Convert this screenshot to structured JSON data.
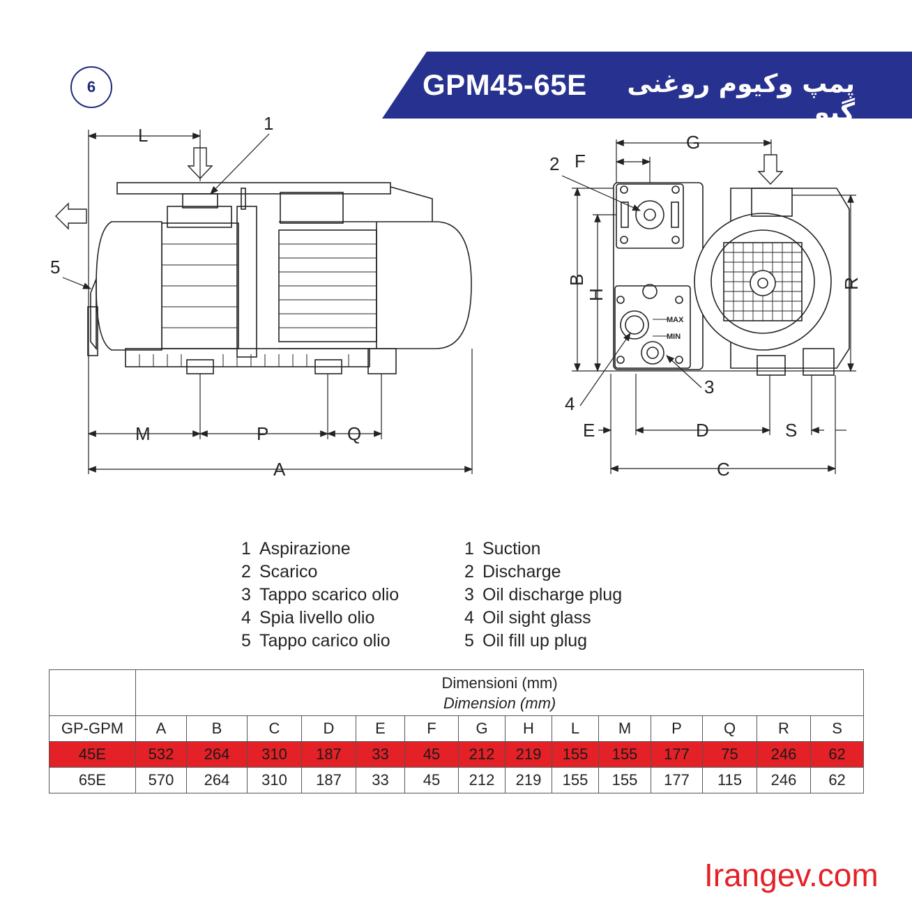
{
  "page_number": "6",
  "banner": {
    "model": "GPM45-65E",
    "title_fa": "پمپ وکیوم روغنی گیو"
  },
  "colors": {
    "banner": "#27318f",
    "highlight_row": "#e32127",
    "website": "#e32127"
  },
  "drawing": {
    "side_view_labels": [
      "1",
      "5",
      "L",
      "M",
      "P",
      "Q",
      "A"
    ],
    "front_view_labels": [
      "2",
      "3",
      "4",
      "F",
      "G",
      "B",
      "H",
      "R",
      "E",
      "D",
      "S",
      "C"
    ],
    "sight_glass_marks": [
      "MAX",
      "MIN"
    ]
  },
  "legend": {
    "italian": [
      {
        "num": "1",
        "text": "Aspirazione"
      },
      {
        "num": "2",
        "text": "Scarico"
      },
      {
        "num": "3",
        "text": "Tappo scarico olio"
      },
      {
        "num": "4",
        "text": "Spia livello olio"
      },
      {
        "num": "5",
        "text": "Tappo carico olio"
      }
    ],
    "english": [
      {
        "num": "1",
        "text": "Suction"
      },
      {
        "num": "2",
        "text": "Discharge"
      },
      {
        "num": "3",
        "text": "Oil discharge plug"
      },
      {
        "num": "4",
        "text": "Oil sight glass"
      },
      {
        "num": "5",
        "text": "Oil fill up plug"
      }
    ]
  },
  "table": {
    "header_it": "Dimensioni (mm)",
    "header_en": "Dimension (mm)",
    "model_col": "GP-GPM",
    "columns": [
      "A",
      "B",
      "C",
      "D",
      "E",
      "F",
      "G",
      "H",
      "L",
      "M",
      "P",
      "Q",
      "R",
      "S"
    ],
    "rows": [
      {
        "model": "45E",
        "values": [
          "532",
          "264",
          "310",
          "187",
          "33",
          "45",
          "212",
          "219",
          "155",
          "155",
          "177",
          "75",
          "246",
          "62"
        ]
      },
      {
        "model": "65E",
        "values": [
          "570",
          "264",
          "310",
          "187",
          "33",
          "45",
          "212",
          "219",
          "155",
          "155",
          "177",
          "115",
          "246",
          "62"
        ]
      }
    ]
  },
  "website": "Irangev.com"
}
